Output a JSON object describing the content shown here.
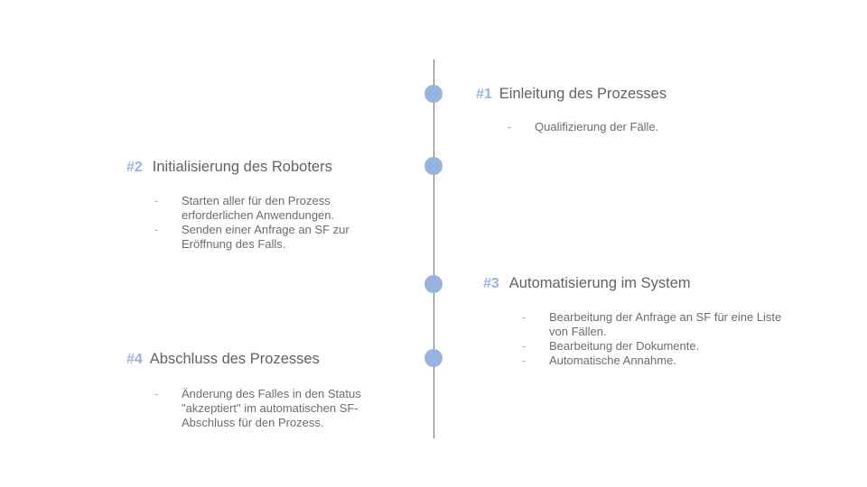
{
  "steps": [
    {
      "number": "#1",
      "title": "Einleitung des Prozesses",
      "bullets": [
        "Qualifizierung der Fälle."
      ]
    },
    {
      "number": "#2",
      "title": "Initialisierung des Roboters",
      "bullets": [
        "Starten aller für den Prozess erforderlichen Anwendungen.",
        "Senden einer Anfrage an SF zur Eröffnung des Falls."
      ]
    },
    {
      "number": "#3",
      "title": "Automatisierung im System",
      "bullets": [
        "Bearbeitung der Anfrage an SF für eine Liste von Fällen.",
        "Bearbeitung der Dokumente.",
        "Automatische Annahme."
      ]
    },
    {
      "number": "#4",
      "title": "Abschluss des Prozesses",
      "bullets": [
        "Änderung des Falles in den Status \"akzeptiert\" im automatischen SF-Abschluss für den Prozess."
      ]
    }
  ],
  "bullet_marker": "-",
  "colors": {
    "accent": "#98b3df",
    "line": "#6e7075",
    "text": "#5f6368"
  }
}
